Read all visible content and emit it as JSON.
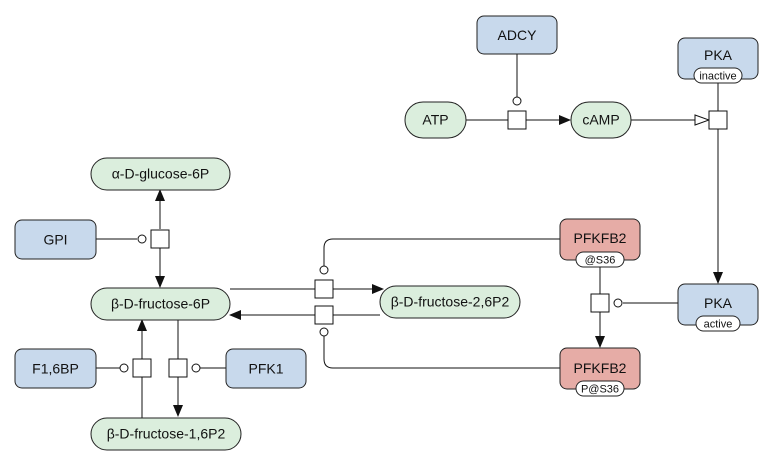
{
  "colors": {
    "metabolite_fill": "#dbeedd",
    "protein_fill": "#c8d9ec",
    "enzyme_fill": "#e6aca6",
    "stroke": "#1a1a1a"
  },
  "nodes": {
    "adcy": "ADCY",
    "pka_inactive": "PKA",
    "pka_inactive_state": "inactive",
    "atp": "ATP",
    "camp": "cAMP",
    "alpha_glucose_6p": "α-D-glucose-6P",
    "gpi": "GPI",
    "pfkfb2_top": "PFKFB2",
    "pfkfb2_top_state": "@S36",
    "beta_fructose_6p": "β-D-fructose-6P",
    "beta_fructose_26p2": "β-D-fructose-2,6P2",
    "pka_active": "PKA",
    "pka_active_state": "active",
    "f16bp": "F1,6BP",
    "pfk1": "PFK1",
    "pfkfb2_bottom": "PFKFB2",
    "pfkfb2_bottom_state": "P@S36",
    "beta_fructose_16p2": "β-D-fructose-1,6P2"
  }
}
